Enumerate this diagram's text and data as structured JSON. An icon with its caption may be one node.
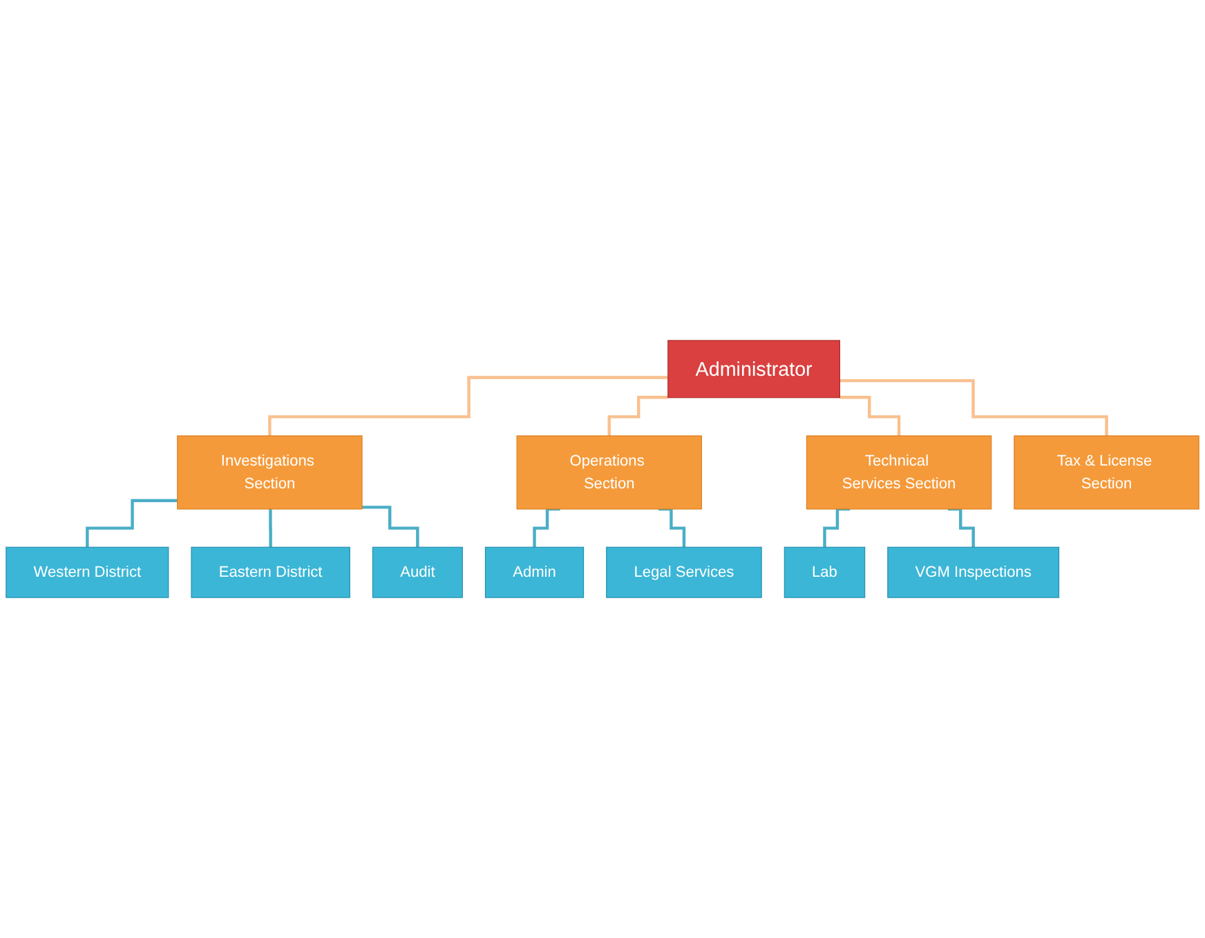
{
  "diagram": {
    "nodes": [
      {
        "text": [
          "Administrator"
        ]
      },
      {
        "text": [
          "Investigations Section"
        ]
      },
      {
        "text": [
          "Operations Section"
        ]
      },
      {
        "text": [
          "Technical Services Section"
        ]
      },
      {
        "text": [
          "Tax & License Section"
        ]
      },
      {
        "text": [
          "Western District"
        ]
      },
      {
        "text": [
          "Eastern District"
        ]
      },
      {
        "text": [
          "Audit"
        ]
      },
      {
        "text": [
          "Admin"
        ]
      },
      {
        "text": [
          "Legal Services"
        ]
      },
      {
        "text": [
          "Lab"
        ]
      },
      {
        "text": [
          "VGM Inspections"
        ]
      }
    ],
    "edges": [
      {
        "from": 0,
        "to": 1,
        "arrow": "none",
        "color": "#f9c08e"
      },
      {
        "from": 0,
        "to": 2,
        "arrow": "none",
        "color": "#f9c08e"
      },
      {
        "from": 0,
        "to": 3,
        "arrow": "none",
        "color": "#f9c08e"
      },
      {
        "from": 0,
        "to": 4,
        "arrow": "none",
        "color": "#f9c08e"
      },
      {
        "from": 1,
        "to": 5,
        "arrow": "none"
      },
      {
        "from": 1,
        "to": 6,
        "arrow": "none"
      },
      {
        "from": 1,
        "to": 7,
        "arrow": "none"
      },
      {
        "from": 2,
        "to": 8,
        "arrow": "none"
      },
      {
        "from": 2,
        "to": 9,
        "arrow": "none"
      },
      {
        "from": 3,
        "to": 10,
        "arrow": "none"
      },
      {
        "from": 3,
        "to": 11,
        "arrow": "none"
      }
    ]
  }
}
